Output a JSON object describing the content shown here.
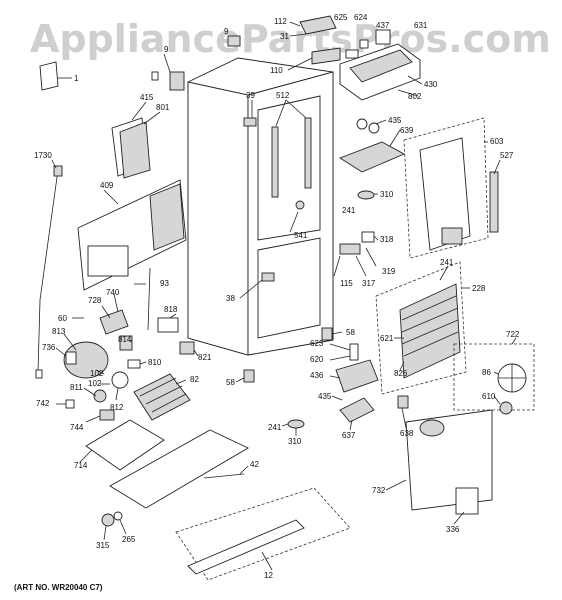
{
  "watermark": "AppliancePartsPros.com",
  "art_number": "(ART NO. WR20040 C7)",
  "callouts": {
    "p1": "1",
    "p9a": "9",
    "p9b": "9",
    "p112": "112",
    "p625": "625",
    "p624": "624",
    "p437": "437",
    "p631": "631",
    "p31": "31",
    "p110": "110",
    "p430": "430",
    "p802": "802",
    "p39": "39",
    "p512": "512",
    "p415": "415",
    "p801": "801",
    "p435a": "435",
    "p639": "639",
    "p603": "603",
    "p527": "527",
    "p1730": "1730",
    "p409": "409",
    "p310a": "310",
    "p241a": "241",
    "p541": "541",
    "p318": "318",
    "p241b": "241",
    "p228": "228",
    "p93": "93",
    "p38": "38",
    "p115": "115",
    "p317": "317",
    "p319": "319",
    "p60": "60",
    "p728": "728",
    "p740": "740",
    "p813": "813",
    "p818": "818",
    "p58a": "58",
    "p621": "621",
    "p722": "722",
    "p736": "736",
    "p814": "814",
    "p810": "810",
    "p821": "821",
    "p623": "623",
    "p620": "620",
    "p102a": "102",
    "p436": "436",
    "p826": "826",
    "p86": "86",
    "p811": "811",
    "p102b": "102",
    "p82": "82",
    "p58b": "58",
    "p435b": "435",
    "p610": "610",
    "p742": "742",
    "p812": "812",
    "p744": "744",
    "p241c": "241",
    "p310b": "310",
    "p637": "637",
    "p638": "638",
    "p714": "714",
    "p42": "42",
    "p732": "732",
    "p336": "336",
    "p315": "315",
    "p265": "265",
    "p12": "12"
  }
}
